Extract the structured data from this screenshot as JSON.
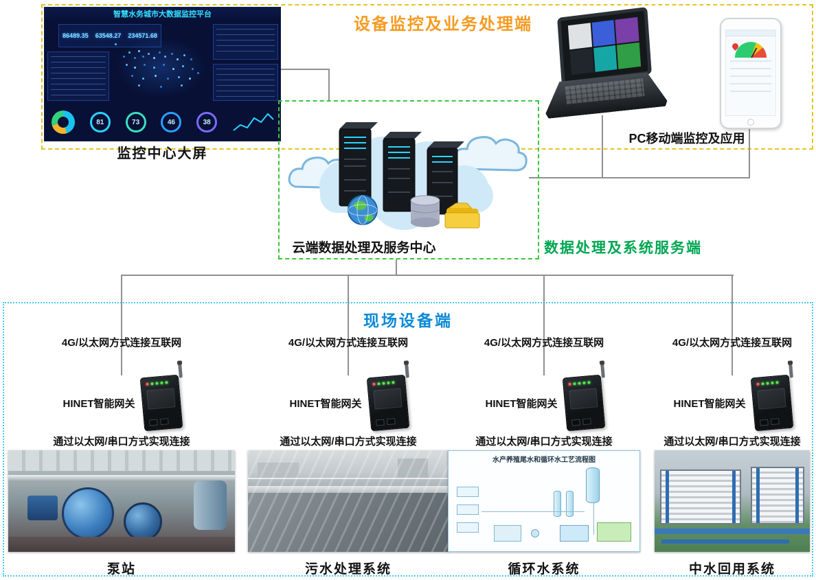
{
  "diagram": {
    "top_section": {
      "title": "设备监控及业务处理端",
      "dashboard_caption": "监控中心大屏",
      "pc_caption": "PC移动端监控及应用"
    },
    "cloud_section": {
      "caption": "云端数据处理及服务中心",
      "side_label": "数据处理及系统服务端"
    },
    "field_section": {
      "title": "现场设备端"
    }
  },
  "dashboard": {
    "title": "智慧水务城市大数据监控平台",
    "stats": [
      "86489.35",
      "63548.27",
      "234571.68"
    ],
    "gauges": [
      "81",
      "73",
      "46",
      "38"
    ]
  },
  "columns": [
    {
      "net_label": "4G/以太网方式连接互联网",
      "gateway_label": "HINET智能网关",
      "conn_label": "通过以太网/串口方式实现连接",
      "name": "泵站"
    },
    {
      "net_label": "4G/以太网方式连接互联网",
      "gateway_label": "HINET智能网关",
      "conn_label": "通过以太网/串口方式实现连接",
      "name": "污水处理系统"
    },
    {
      "net_label": "4G/以太网方式连接互联网",
      "gateway_label": "HINET智能网关",
      "conn_label": "通过以太网/串口方式实现连接",
      "name": "循环水系统",
      "photo_title": "水产养殖尾水和循环水工艺流程图"
    },
    {
      "net_label": "4G/以太网方式连接互联网",
      "gateway_label": "HINET智能网关",
      "conn_label": "通过以太网/串口方式实现连接",
      "name": "中水回用系统"
    }
  ],
  "colors": {
    "top_border": "#e6c31d",
    "top_title": "#f59b22",
    "cloud_border": "#3cc43c",
    "cloud_side_label": "#00a651",
    "field_border": "#45c8f5",
    "field_title": "#0b8ad8",
    "connector_line": "#8f8f8f"
  }
}
